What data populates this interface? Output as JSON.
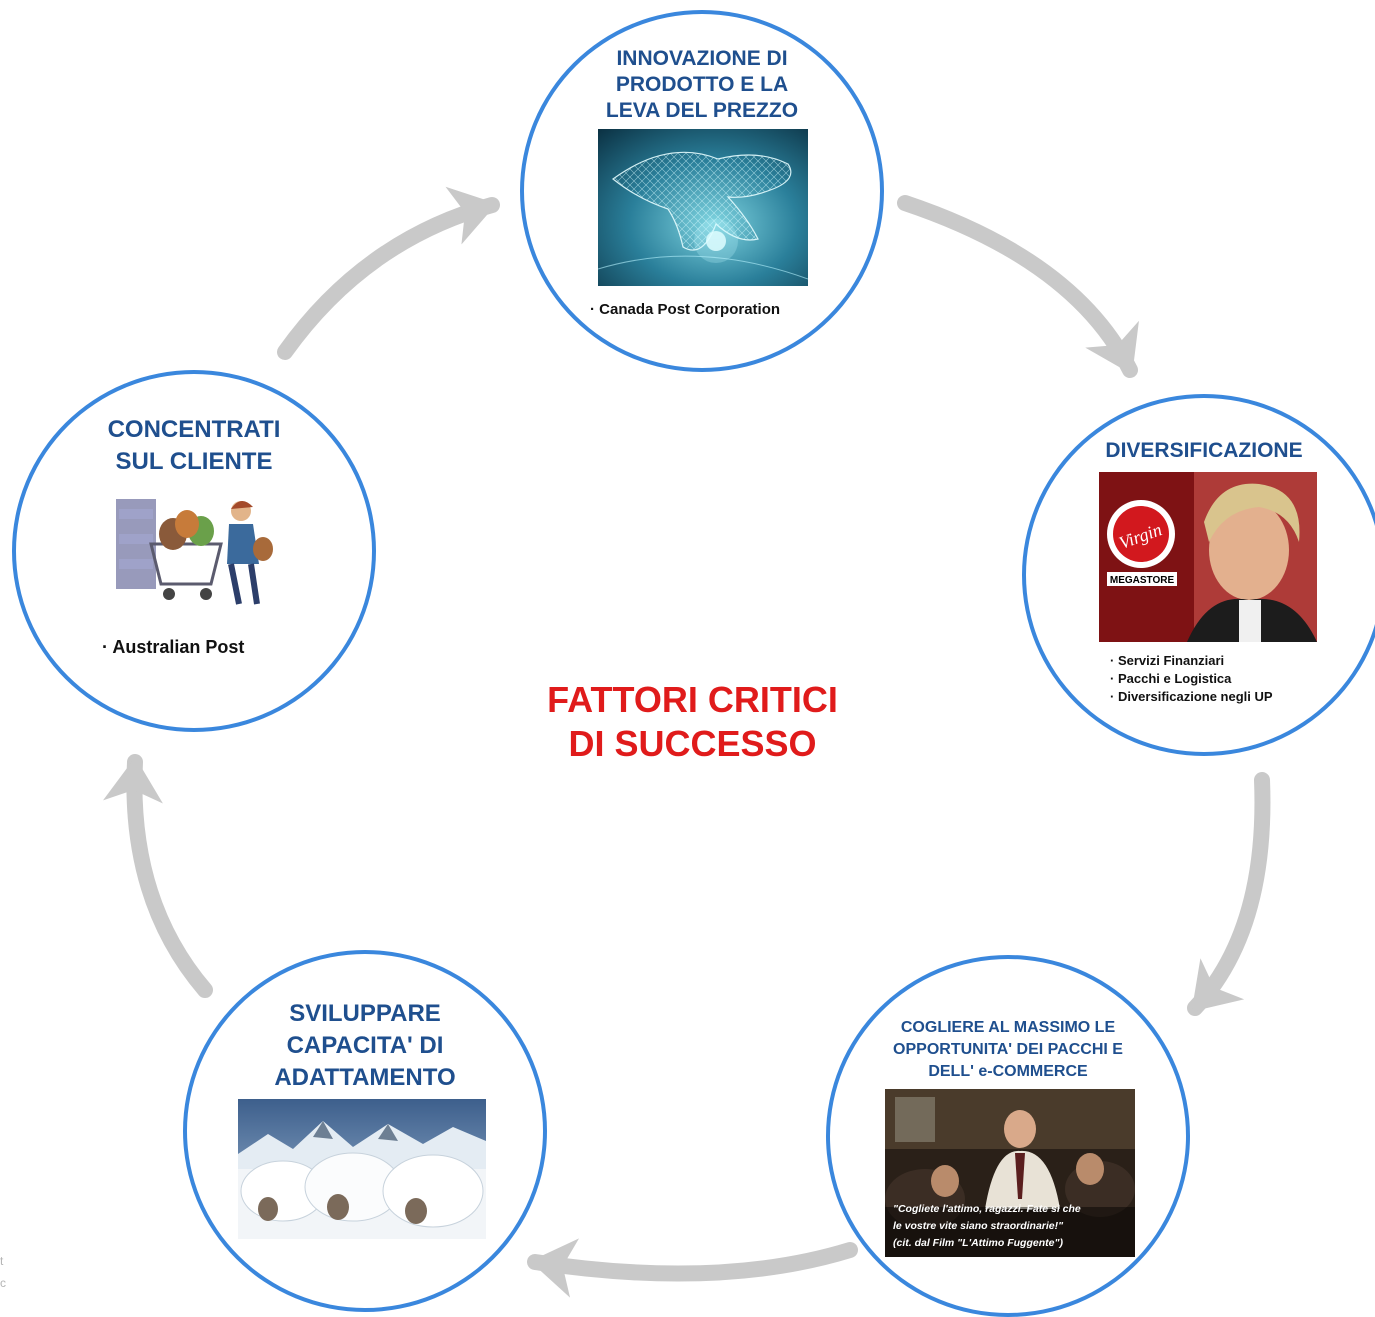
{
  "diagram_title": "FATTORI CRITICI\nDI SUCCESSO",
  "colors": {
    "circle_border": "#3a87dd",
    "node_title": "#1f4f8e",
    "center_title": "#e01b1b",
    "arrow": "#c9c9c9",
    "list_text": "#111111"
  },
  "nodes": {
    "innovazione": {
      "title": "INNOVAZIONE DI\nPRODOTTO E LA\nLEVA DEL PREZZO",
      "image": "digital-wireframe-hand",
      "items": [
        "Canada Post Corporation"
      ]
    },
    "diversificazione": {
      "title": "DIVERSIFICAZIONE",
      "image": "virgin-megastore-portrait",
      "image_text": {
        "logo": "Virgin",
        "sign": "MEGASTORE"
      },
      "items": [
        "Servizi Finanziari",
        "Pacchi e Logistica",
        "Diversificazione negli UP"
      ]
    },
    "cogliere": {
      "title": "COGLIERE AL MASSIMO LE\nOPPORTUNITA' DEI PACCHI E\nDELL' e-COMMERCE",
      "image": "classroom-film-scene",
      "quote": "\"Cogliete l'attimo, ragazzi. Fate sì che\nle vostre vite siano straordinarie!\"\n(cit. dal Film \"L'Attimo Fuggente\")"
    },
    "sviluppare": {
      "title": "SVILUPPARE\nCAPACITA' DI\nADATTAMENTO",
      "image": "igloos-in-snowy-mountains"
    },
    "concentrati": {
      "title": "CONCENTRATI\nSUL CLIENTE",
      "image": "shopper-with-cart-illustration",
      "items": [
        "Australian Post"
      ]
    }
  },
  "corner_text": "t\nc"
}
